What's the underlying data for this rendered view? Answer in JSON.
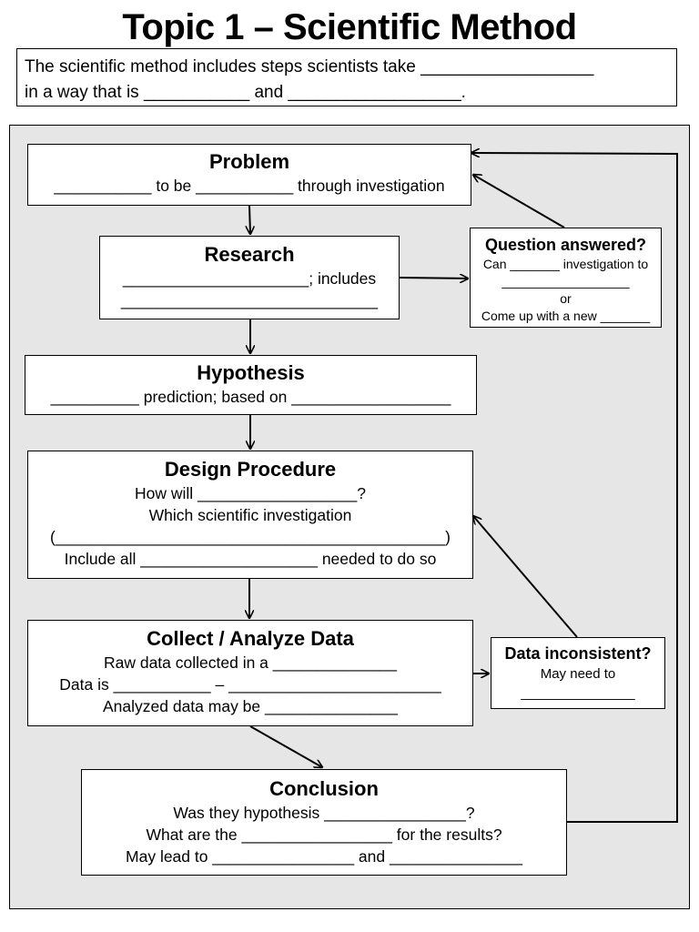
{
  "page": {
    "title": "Topic 1 – Scientific Method",
    "intro_line1": "The scientific method includes steps scientists take __________________",
    "intro_line2": "in a way that is ___________ and __________________."
  },
  "boxes": {
    "problem": {
      "heading": "Problem",
      "line1": "___________ to be ___________ through investigation"
    },
    "research": {
      "heading": "Research",
      "line1": "_____________________; includes",
      "line2": "_____________________________"
    },
    "question": {
      "heading": "Question answered?",
      "line1": "Can _______ investigation to",
      "line2": "__________________",
      "line3": "or",
      "line4": "Come up with a new _______"
    },
    "hypothesis": {
      "heading": "Hypothesis",
      "line1": "__________ prediction; based on __________________"
    },
    "design": {
      "heading": "Design Procedure",
      "line1": "How will __________________?",
      "line2": "Which scientific investigation",
      "line3": "(____________________________________________)",
      "line4": "Include all ____________________ needed to do so"
    },
    "collect": {
      "heading": "Collect / Analyze Data",
      "line1": "Raw data collected in a ______________",
      "line2": "Data is ___________ – ________________________",
      "line3": "Analyzed data may be _______________"
    },
    "inconsistent": {
      "heading": "Data inconsistent?",
      "line1": "May need to",
      "line2": "_______________"
    },
    "conclusion": {
      "heading": "Conclusion",
      "line1": "Was they hypothesis ________________?",
      "line2": "What are the _________________ for the results?",
      "line3": "May lead to ________________ and _______________"
    }
  }
}
